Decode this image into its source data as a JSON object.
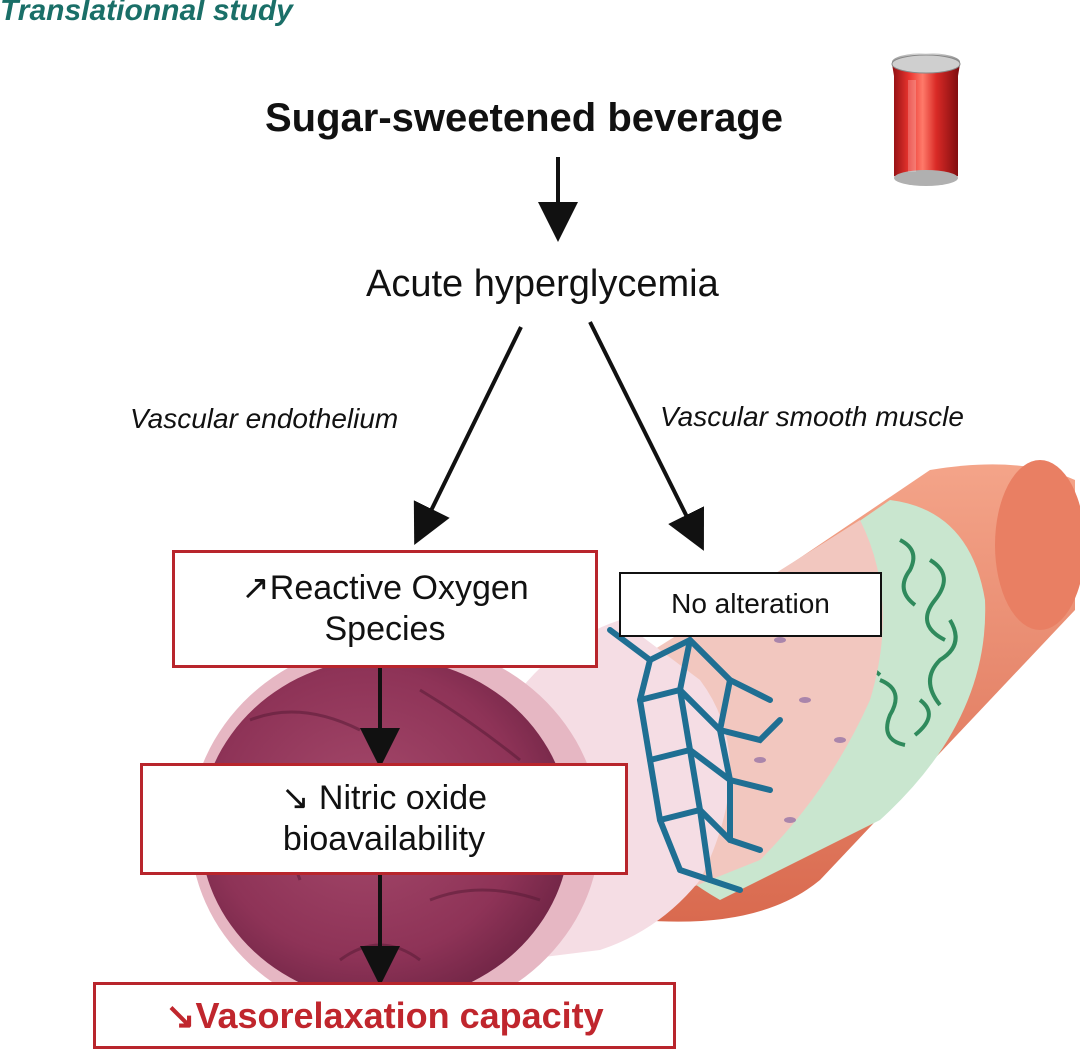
{
  "study_title": "Translationnal study",
  "top_cause": "Sugar-sweetened beverage",
  "middle_state": "Acute hyperglycemia",
  "branch_left_label": "Vascular endothelium",
  "branch_right_label": "Vascular smooth muscle",
  "box_ros_line1": "↗Reactive Oxygen",
  "box_ros_line2": "Species",
  "box_no_alteration": "No alteration",
  "box_nitric_line1": "↘ Nitric oxide",
  "box_nitric_line2": "bioavailability",
  "box_vasorelaxation": "↘Vasorelaxation capacity",
  "colors": {
    "title_teal": "#1a6f68",
    "box_red": "#b8252c",
    "outcome_red": "#c0262d"
  },
  "icons": [
    "soda-can-icon",
    "blood-vessel-illustration"
  ]
}
